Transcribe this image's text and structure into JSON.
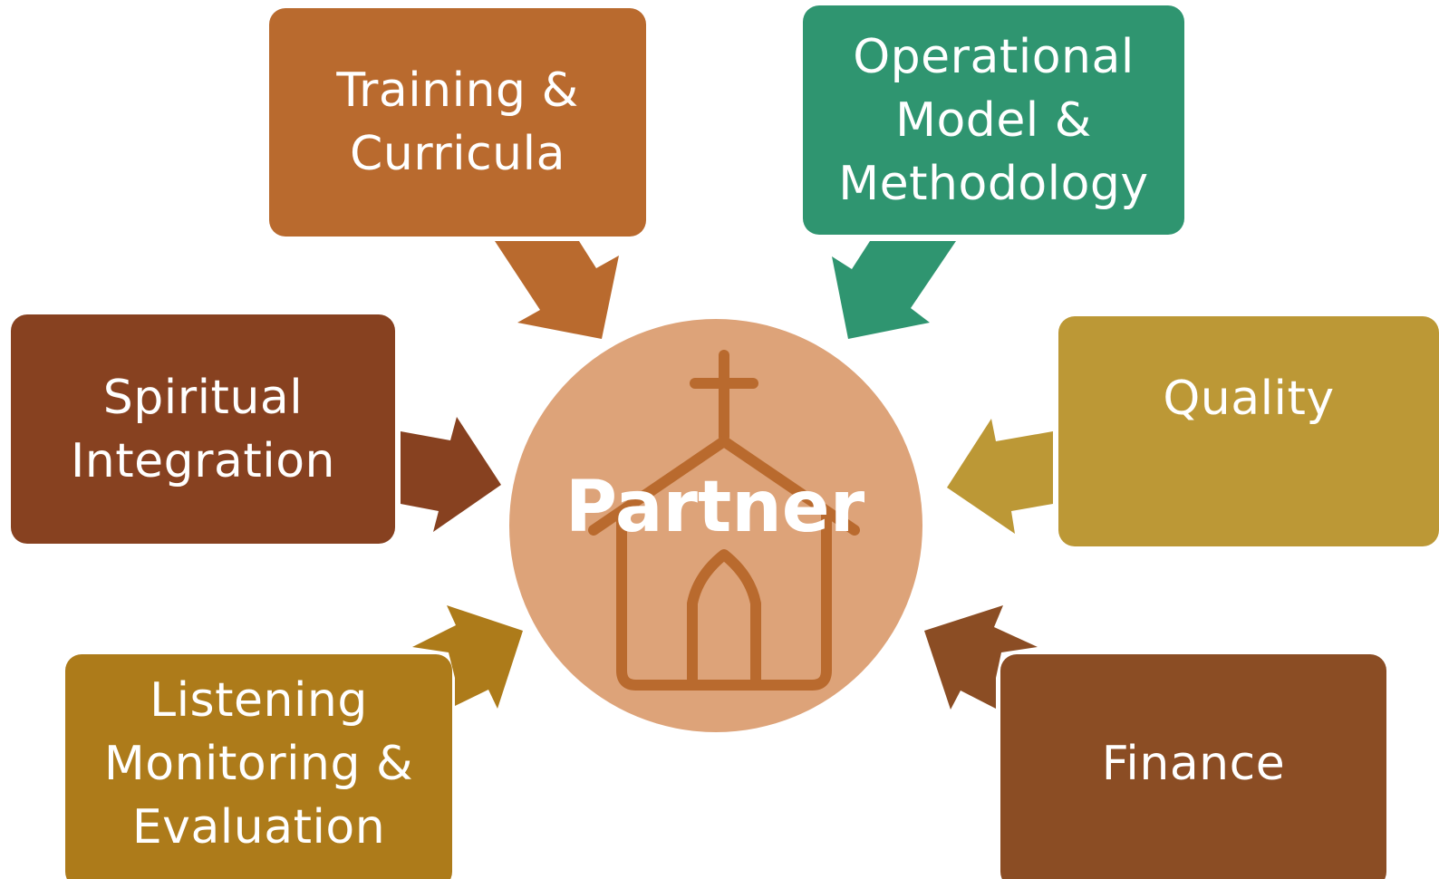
{
  "center": {
    "label": "Partner",
    "icon": "church-icon"
  },
  "boxes": {
    "training": {
      "label": "Training &\nCurricula",
      "color": "#b96a2e"
    },
    "operational": {
      "label": "Operational\nModel &\nMethodology",
      "color": "#2f9570"
    },
    "spiritual": {
      "label": "Spiritual\nIntegration",
      "color": "#874120"
    },
    "quality": {
      "label": "Quality",
      "color": "#bc9836"
    },
    "listening": {
      "label": "Listening\nMonitoring &\nEvaluation",
      "color": "#ad7b1a"
    },
    "finance": {
      "label": "Finance",
      "color": "#8b4d24"
    }
  },
  "colors": {
    "circle_fill": "#dda379",
    "church_stroke": "#b96a2e"
  }
}
